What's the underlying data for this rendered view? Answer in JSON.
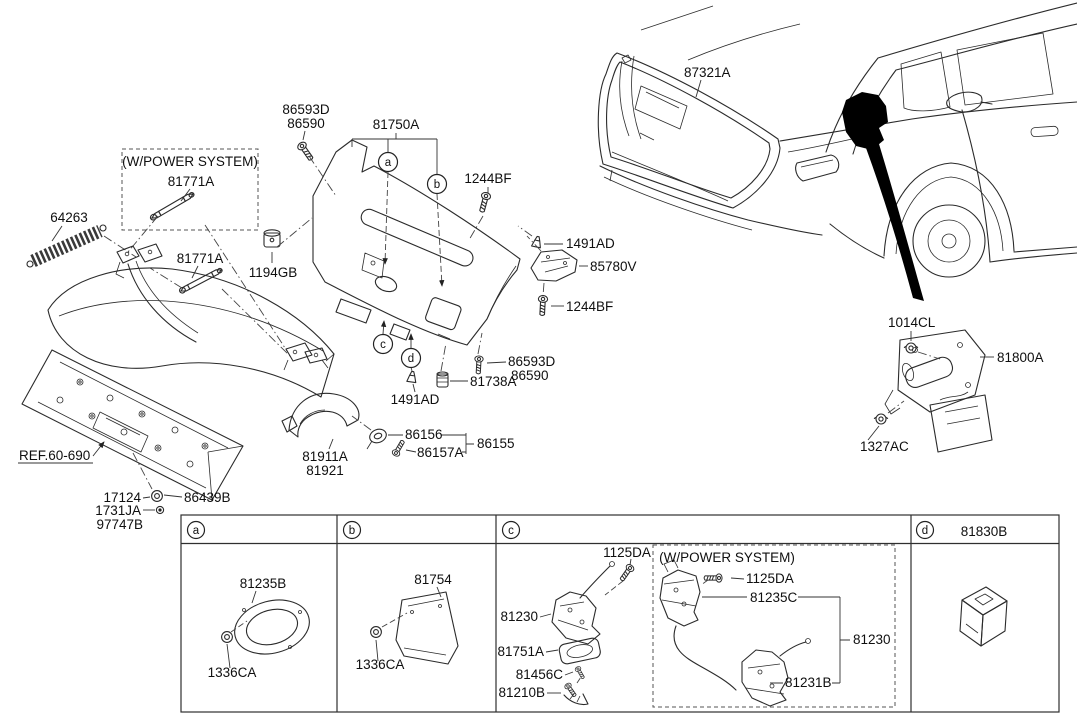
{
  "colors": {
    "ink": "#1a1a1a",
    "background": "#ffffff",
    "solid_fill": "#000000"
  },
  "labels": {
    "bolt_top": {
      "line1": "86593D",
      "line2": "86590"
    },
    "trim_panel": "81750A",
    "power_box": "(W/POWER SYSTEM)",
    "strut_power": "81771A",
    "spring": "64263",
    "strut": "81771A",
    "bushing": "1194GB",
    "bolt_1244bf_top": "1244BF",
    "clip_right": "1491AD",
    "opener": "85780V",
    "bolt_1244bf_right": "1244BF",
    "clip_mid": "1491AD",
    "bolt_mid": {
      "line1": "86593D",
      "line2": "86590"
    },
    "bumper_stopper": "81738A",
    "stopper": "86156",
    "stopper_bolt": "86157A",
    "stopper_group": "86155",
    "hinge": {
      "line1": "81911A",
      "line2": "81921"
    },
    "ref": "REF.60-690",
    "grommet_17124": "17124",
    "pad_86439b": "86439B",
    "clip_1731ja": "1731JA",
    "clip_97747b": "97747B",
    "weatherstrip": "87321A",
    "nut_1014cl": "1014CL",
    "latch_assy": "81800A",
    "nut_1327ac": "1327AC"
  },
  "callouts": {
    "a": "a",
    "b": "b",
    "c": "c",
    "d": "d"
  },
  "table": {
    "section_a": {
      "callout": "a",
      "ring": "81235B",
      "grommet": "1336CA"
    },
    "section_b": {
      "callout": "b",
      "cover": "81754",
      "grommet": "1336CA"
    },
    "section_c": {
      "callout": "c",
      "bolt": "1125DA",
      "latch": "81230",
      "cover": "81751A",
      "screw": "81456C",
      "striker": "81210B",
      "power": {
        "title": "(W/POWER SYSTEM)",
        "bolt": "1125DA",
        "actuator": "81235C",
        "group": "81230",
        "latch": "81231B"
      }
    },
    "section_d": {
      "callout": "d",
      "header": "81830B"
    }
  }
}
